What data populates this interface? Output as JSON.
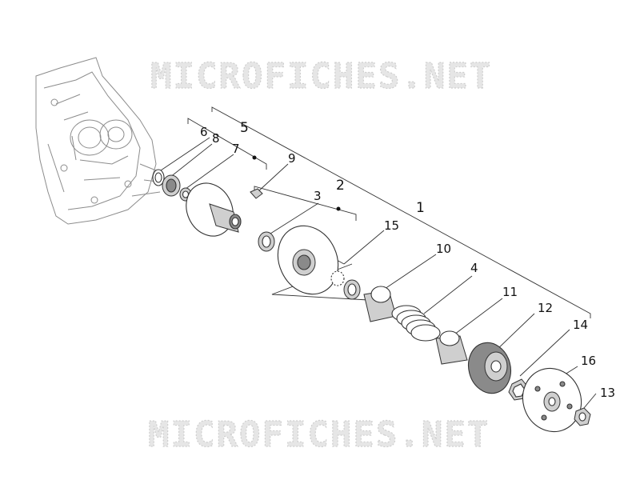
{
  "watermark": {
    "text": "MICROFICHES.NET"
  },
  "callouts": {
    "c1": "1",
    "c2": "2",
    "c3": "3",
    "c4": "4",
    "c5": "5",
    "c6": "6",
    "c7": "7",
    "c8": "8",
    "c9": "9",
    "c10": "10",
    "c11": "11",
    "c12": "12",
    "c13": "13",
    "c14": "14",
    "c15": "15",
    "c16": "16"
  },
  "colors": {
    "line": "#333333",
    "watermark": "#e6e6e6",
    "sketch": "#8c8c8c"
  }
}
